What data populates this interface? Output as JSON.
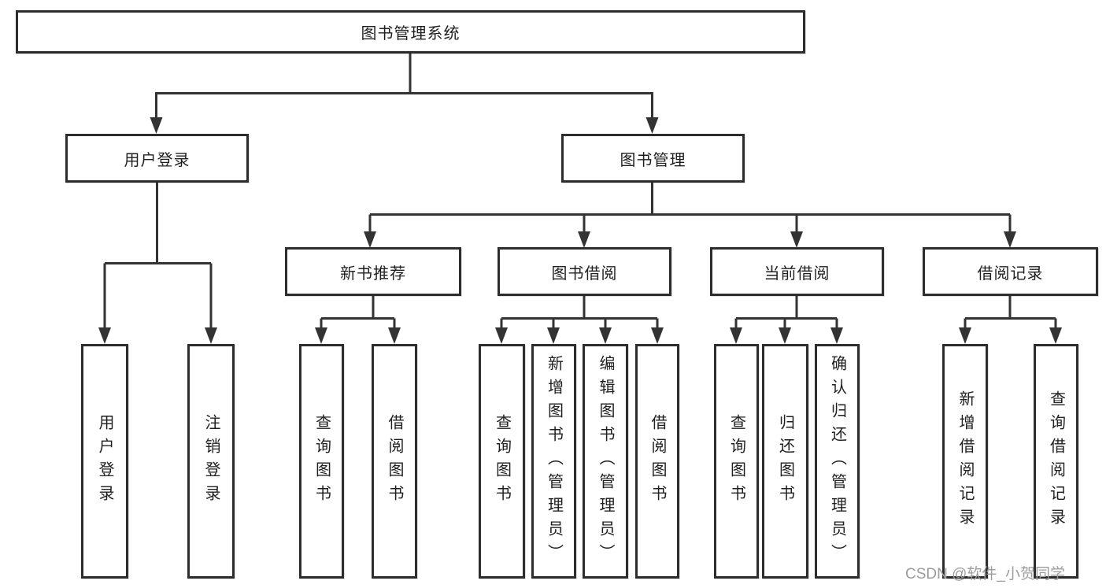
{
  "tree": {
    "label": "图书管理系统",
    "children": [
      {
        "label": "用户登录",
        "children": [
          {
            "label": "用户登录"
          },
          {
            "label": "注销登录"
          }
        ]
      },
      {
        "label": "图书管理",
        "children": [
          {
            "label": "新书推荐",
            "children": [
              {
                "label": "查询图书"
              },
              {
                "label": "借阅图书"
              }
            ]
          },
          {
            "label": "图书借阅",
            "children": [
              {
                "label": "查询图书"
              },
              {
                "label": "新增图书（管理员）"
              },
              {
                "label": "编辑图书（管理员）"
              },
              {
                "label": "借阅图书"
              }
            ]
          },
          {
            "label": "当前借阅",
            "children": [
              {
                "label": "查询图书"
              },
              {
                "label": "归还图书"
              },
              {
                "label": "确认归还（管理员）"
              }
            ]
          },
          {
            "label": "借阅记录",
            "children": [
              {
                "label": "新增借阅记录"
              },
              {
                "label": "查询借阅记录"
              }
            ]
          }
        ]
      }
    ]
  },
  "watermark": {
    "text": "CSDN @软件_小贺同学"
  },
  "colors": {
    "line": "#333333",
    "box_border": "#2d2d2d",
    "box_fill": "#ffffff",
    "text": "#1f1f1f",
    "watermark": "#9c9c9c",
    "background": "#ffffff"
  }
}
